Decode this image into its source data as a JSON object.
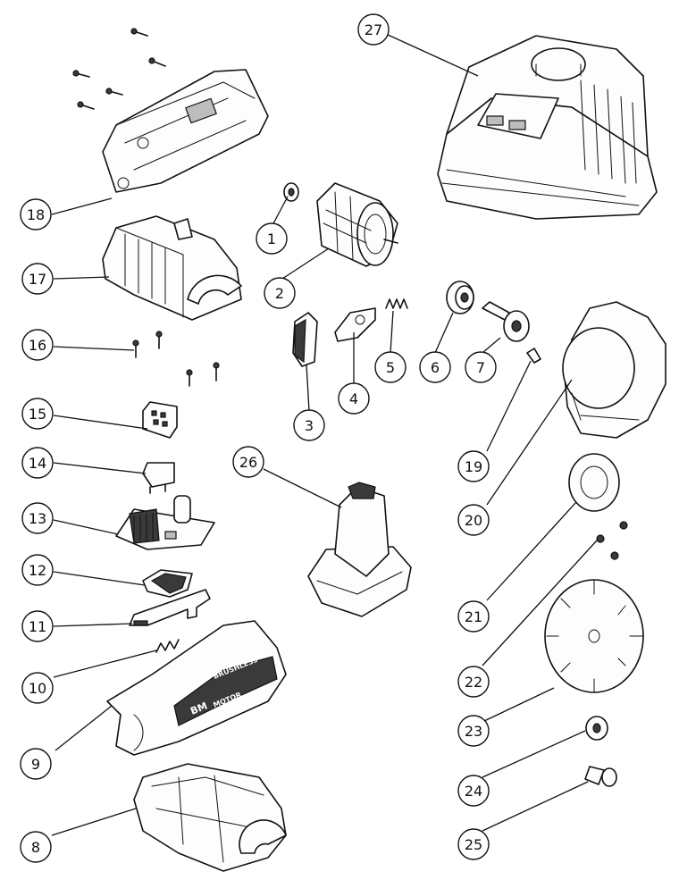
{
  "callouts": [
    "1",
    "2",
    "3",
    "4",
    "5",
    "6",
    "7",
    "8",
    "9",
    "10",
    "11",
    "12",
    "13",
    "14",
    "15",
    "16",
    "17",
    "18",
    "19",
    "20",
    "21",
    "22",
    "23",
    "24",
    "25",
    "26",
    "27"
  ],
  "housing_text": {
    "brushless": "BRUSHLESS",
    "motor": "MOTOR",
    "brand": "BM"
  },
  "colors": {
    "line": "#111111",
    "background": "#ffffff"
  }
}
